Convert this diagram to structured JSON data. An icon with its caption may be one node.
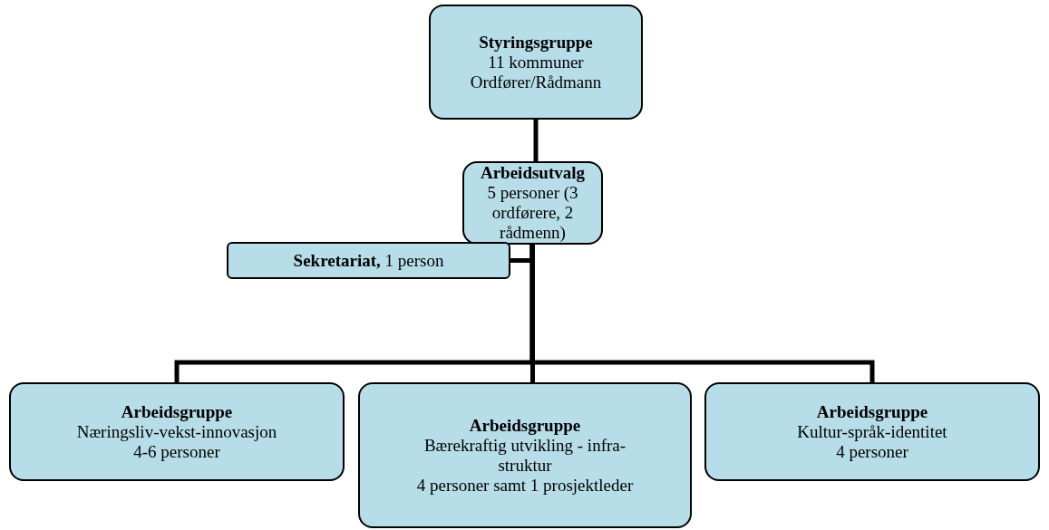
{
  "diagram": {
    "nodes": [
      {
        "text": [
          "Styringsgruppe",
          "11 kommuner",
          "Ordfører/Rådmann"
        ]
      },
      {
        "text": [
          "Arbeidsutvalg",
          "5 personer (3 ordførere, 2 rådmenn)"
        ]
      },
      {
        "text": [
          "**Sekretariat,** 1 person"
        ]
      },
      {
        "text": [
          "Arbeidsgruppe",
          "Næringsliv-vekst-innovasjon",
          "4-6 personer"
        ]
      },
      {
        "text": [
          "Arbeidsgruppe",
          "Bærekraftig utvikling - infra-struktur",
          "4 personer samt 1 prosjektleder"
        ]
      },
      {
        "text": [
          "Arbeidsgruppe",
          "Kultur-språk-identitet",
          "4 personer"
        ]
      }
    ],
    "edges": [
      {
        "from": 0,
        "to": 1,
        "arrow": "none"
      },
      {
        "from": 1,
        "to": 2,
        "arrow": "none"
      },
      {
        "from": 1,
        "to": 3,
        "arrow": "none"
      },
      {
        "from": 1,
        "to": 4,
        "arrow": "none"
      },
      {
        "from": 1,
        "to": 5,
        "arrow": "none"
      }
    ]
  }
}
